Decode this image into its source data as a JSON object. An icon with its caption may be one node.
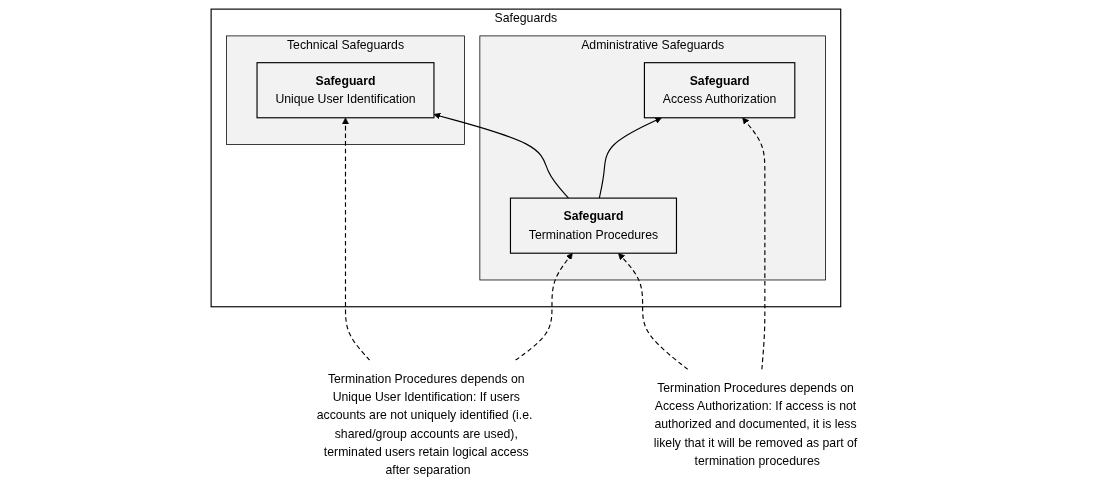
{
  "diagram": {
    "nodes": [
      {
        "text": [
          "Safeguards"
        ]
      },
      {
        "text": [
          "Administrative Safeguards"
        ],
        "in": 0
      },
      {
        "text": [
          "Safeguard",
          "Access Authorization"
        ],
        "in": 1
      },
      {
        "text": [
          "Safeguard",
          "Termination Procedures"
        ],
        "in": 1
      },
      {
        "text": [
          "Technical Safeguards"
        ],
        "in": 0
      },
      {
        "text": [
          "Safeguard",
          "Unique User Identification"
        ],
        "in": 4
      },
      {
        "text": [
          "Termination Procedures depends on Access Authorization: If access is not authorized and documented, it is less likely that it will be removed as part of termination procedures"
        ]
      },
      {
        "text": [
          "Termination Procedures depends on Unique User Identification: If users accounts are not uniquely identified (i.e.  shared/group accounts are used), terminated users retain logical access after separation"
        ]
      }
    ],
    "edges": [
      {
        "from": 3,
        "to": 2,
        "arrow": "to"
      },
      {
        "from": 3,
        "to": 5,
        "arrow": "to"
      },
      {
        "from": 6,
        "to": 2,
        "arrow": "to",
        "style": "dashed"
      },
      {
        "from": 6,
        "to": 3,
        "arrow": "to",
        "style": "dashed"
      },
      {
        "from": 7,
        "to": 3,
        "arrow": "to",
        "style": "dashed"
      },
      {
        "from": 7,
        "to": 5,
        "arrow": "to",
        "style": "dashed"
      }
    ]
  }
}
